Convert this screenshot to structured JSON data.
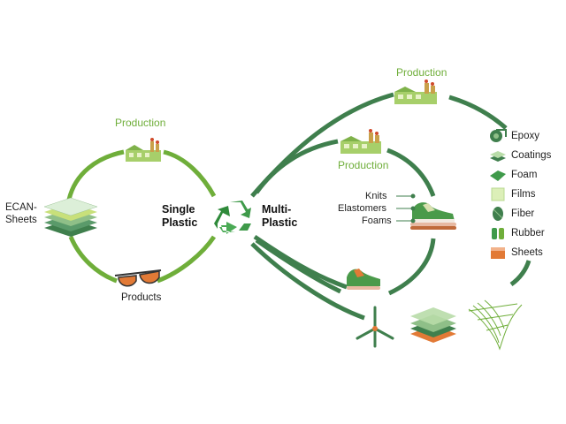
{
  "left_loop": {
    "production_label": "Production",
    "sheets_label": "ECAN-\nSheets",
    "products_label": "Products",
    "center_label": "Single\nPlastic"
  },
  "right_loop": {
    "center_label": "Multi-\nPlastic",
    "production_top": "Production",
    "production_mid": "Production",
    "shoe_parts": [
      "Knits",
      "Elastomers",
      "Foams"
    ]
  },
  "materials": [
    {
      "label": "Epoxy",
      "icon": "epoxy-roll-icon"
    },
    {
      "label": "Coatings",
      "icon": "coatings-icon"
    },
    {
      "label": "Foam",
      "icon": "foam-icon"
    },
    {
      "label": "Films",
      "icon": "films-icon"
    },
    {
      "label": "Fiber",
      "icon": "fiber-icon"
    },
    {
      "label": "Rubber",
      "icon": "rubber-icon"
    },
    {
      "label": "Sheets",
      "icon": "sheets-icon"
    }
  ],
  "colors": {
    "dark_green": "#3f7f4d",
    "light_green": "#6fae3a",
    "factory_green": "#a7cf6a",
    "orange": "#e27a36"
  }
}
